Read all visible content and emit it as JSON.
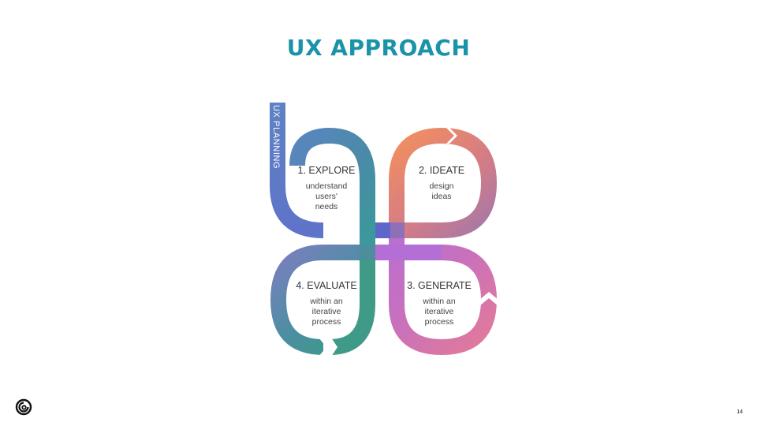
{
  "slide": {
    "title": "UX APPROACH",
    "page_number": "14"
  },
  "diagram": {
    "side_label": "UX PLANNING",
    "stages": [
      {
        "title": "1. EXPLORE",
        "desc": [
          "understand",
          "users'",
          "needs"
        ]
      },
      {
        "title": "2. IDEATE",
        "desc": [
          "design",
          "ideas"
        ]
      },
      {
        "title": "3. GENERATE",
        "desc": [
          "within an",
          "iterative",
          "process"
        ]
      },
      {
        "title": "4. EVALUATE",
        "desc": [
          "within an",
          "iterative",
          "process"
        ]
      }
    ]
  },
  "colors": {
    "title": "#1a93a8",
    "planning": "#5f82c2",
    "explore": "#6a5fd0",
    "ideate": "#f28a5e",
    "generate": "#c264c6",
    "evaluate": "#3a9a8a"
  },
  "logo": {
    "icon": "ubisoft-swirl-icon"
  }
}
